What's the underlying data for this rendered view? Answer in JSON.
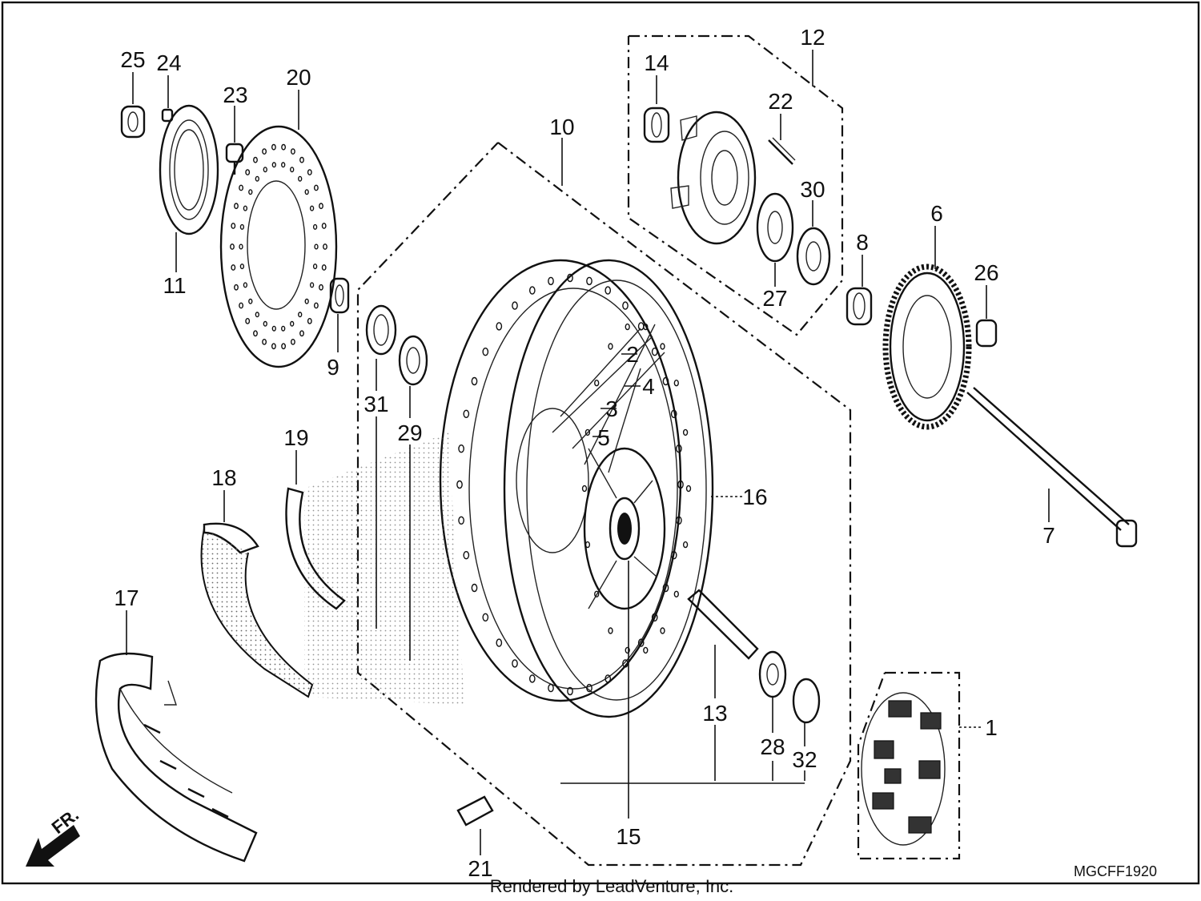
{
  "part_labels": {
    "p1": "1",
    "p2": "2",
    "p3": "3",
    "p4": "4",
    "p5": "5",
    "p6": "6",
    "p7": "7",
    "p8": "8",
    "p9": "9",
    "p10": "10",
    "p11": "11",
    "p12": "12",
    "p13": "13",
    "p14": "14",
    "p15": "15",
    "p16": "16",
    "p17": "17",
    "p18": "18",
    "p19": "19",
    "p20": "20",
    "p21": "21",
    "p22": "22",
    "p23": "23",
    "p24": "24",
    "p25": "25",
    "p26": "26",
    "p27": "27",
    "p28": "28",
    "p29": "29",
    "p30": "30",
    "p31": "31",
    "p32": "32"
  },
  "front_indicator": "FR.",
  "diagram_code": "MGCFF1920",
  "footer": "Rendered by LeadVenture, Inc."
}
